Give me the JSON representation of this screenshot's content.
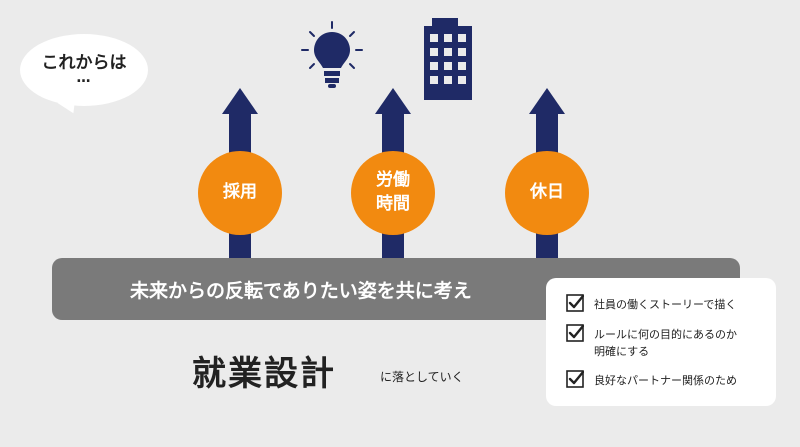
{
  "bubble": {
    "text": "これからは",
    "ellipsis": "…"
  },
  "circles": [
    {
      "label": "採用"
    },
    {
      "label": "労働\n時間"
    },
    {
      "label": "休日"
    }
  ],
  "bar": {
    "text": "未来からの反転でありたい姿を共に考え"
  },
  "title": {
    "main": "就業設計",
    "sub": "に落としていく"
  },
  "checklist": [
    {
      "text": "社員の働くストーリーで描く"
    },
    {
      "text": "ルールに何の目的にあるのか\n明確にする"
    },
    {
      "text": "良好なパートナー関係のため"
    }
  ],
  "colors": {
    "background": "#ebebeb",
    "arrow": "#1f2a66",
    "circle": "#f28a10",
    "bar": "#7a7a7a"
  },
  "icons": [
    "lightbulb-icon",
    "building-icon",
    "checkbox-icon"
  ]
}
